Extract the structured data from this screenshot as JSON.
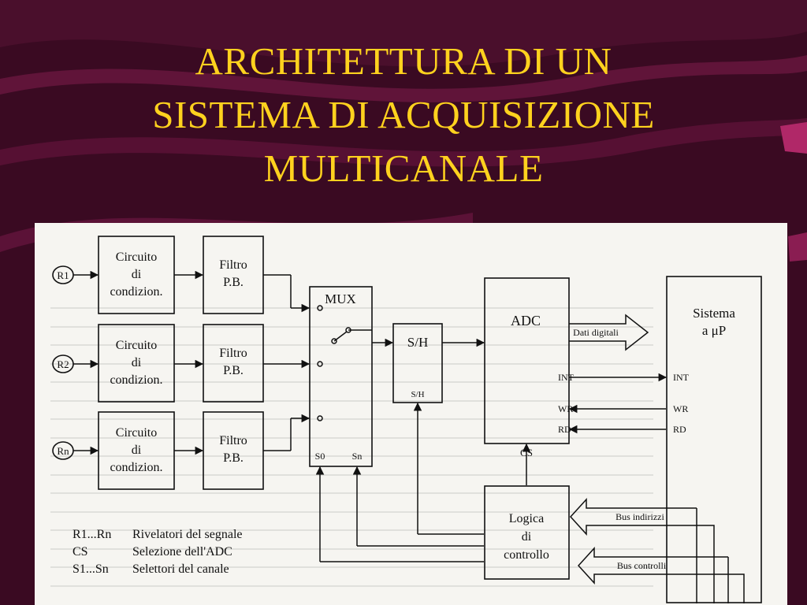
{
  "slide": {
    "title_lines": [
      "ARCHITETTURA DI UN",
      "SISTEMA DI ACQUISIZIONE",
      "MULTICANALE"
    ],
    "colors": {
      "background": "#3a0a22",
      "title": "#ffd21e",
      "wave": "#7a1a4a",
      "figure_bg": "#f6f5f1"
    }
  },
  "diagram": {
    "inputs": [
      "R1",
      "R2",
      "Rn"
    ],
    "conditioner_label": [
      "Circuito",
      "di",
      "condizion."
    ],
    "filter_label": [
      "Filtro",
      "P.B."
    ],
    "mux_label": "MUX",
    "sh_label": "S/H",
    "sh_control_label": "S/H",
    "selector_labels": [
      "S0",
      "Sn"
    ],
    "adc_label": "ADC",
    "adc_pins": [
      "INT",
      "WR",
      "RD"
    ],
    "cs_label": "CS",
    "logic_label": [
      "Logica",
      "di",
      "controllo"
    ],
    "system_label": [
      "Sistema",
      "a μP"
    ],
    "system_pins": [
      "INT",
      "WR",
      "RD"
    ],
    "data_bus_label": "Dati digitali",
    "address_bus_label": "Bus indirizzi",
    "control_bus_label": "Bus controlli",
    "legend": [
      {
        "key": "R1...Rn",
        "value": "Rivelatori del segnale"
      },
      {
        "key": "CS",
        "value": "Selezione dell'ADC"
      },
      {
        "key": "S1...Sn",
        "value": "Selettori del canale"
      }
    ]
  }
}
